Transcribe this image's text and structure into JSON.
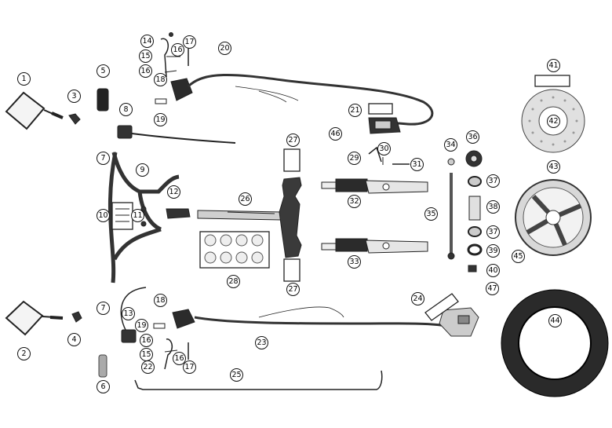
{
  "diagram": {
    "title": "",
    "callouts": [
      {
        "id": "c1",
        "label": "1"
      },
      {
        "id": "c2",
        "label": "2"
      },
      {
        "id": "c3",
        "label": "3"
      },
      {
        "id": "c4",
        "label": "4"
      },
      {
        "id": "c5",
        "label": "5"
      },
      {
        "id": "c6",
        "label": "6"
      },
      {
        "id": "c7a",
        "label": "7"
      },
      {
        "id": "c7b",
        "label": "7"
      },
      {
        "id": "c8",
        "label": "8"
      },
      {
        "id": "c9",
        "label": "9"
      },
      {
        "id": "c10",
        "label": "10"
      },
      {
        "id": "c11",
        "label": "11"
      },
      {
        "id": "c12",
        "label": "12"
      },
      {
        "id": "c13",
        "label": "13"
      },
      {
        "id": "c14",
        "label": "14"
      },
      {
        "id": "c15a",
        "label": "15"
      },
      {
        "id": "c15b",
        "label": "15"
      },
      {
        "id": "c16a",
        "label": "16"
      },
      {
        "id": "c16b",
        "label": "16"
      },
      {
        "id": "c16c",
        "label": "16"
      },
      {
        "id": "c16d",
        "label": "16"
      },
      {
        "id": "c17a",
        "label": "17"
      },
      {
        "id": "c17b",
        "label": "17"
      },
      {
        "id": "c18a",
        "label": "18"
      },
      {
        "id": "c18b",
        "label": "18"
      },
      {
        "id": "c19a",
        "label": "19"
      },
      {
        "id": "c19b",
        "label": "19"
      },
      {
        "id": "c20",
        "label": "20"
      },
      {
        "id": "c21",
        "label": "21"
      },
      {
        "id": "c22",
        "label": "22"
      },
      {
        "id": "c23",
        "label": "23"
      },
      {
        "id": "c24",
        "label": "24"
      },
      {
        "id": "c25",
        "label": "25"
      },
      {
        "id": "c26",
        "label": "26"
      },
      {
        "id": "c27a",
        "label": "27"
      },
      {
        "id": "c27b",
        "label": "27"
      },
      {
        "id": "c28",
        "label": "28"
      },
      {
        "id": "c29",
        "label": "29"
      },
      {
        "id": "c30",
        "label": "30"
      },
      {
        "id": "c31",
        "label": "31"
      },
      {
        "id": "c32",
        "label": "32"
      },
      {
        "id": "c33",
        "label": "33"
      },
      {
        "id": "c34",
        "label": "34"
      },
      {
        "id": "c35",
        "label": "35"
      },
      {
        "id": "c36",
        "label": "36"
      },
      {
        "id": "c37a",
        "label": "37"
      },
      {
        "id": "c37b",
        "label": "37"
      },
      {
        "id": "c38",
        "label": "38"
      },
      {
        "id": "c39",
        "label": "39"
      },
      {
        "id": "c40",
        "label": "40"
      },
      {
        "id": "c41",
        "label": "41"
      },
      {
        "id": "c42",
        "label": "42"
      },
      {
        "id": "c43",
        "label": "43"
      },
      {
        "id": "c44",
        "label": "44"
      },
      {
        "id": "c45",
        "label": "45"
      },
      {
        "id": "c46",
        "label": "46"
      },
      {
        "id": "c47",
        "label": "47"
      }
    ],
    "colors": {
      "line": "#222222",
      "dark_part": "#2b2b2b",
      "mid_part": "#777777",
      "light_part": "#cfcfcf"
    }
  }
}
